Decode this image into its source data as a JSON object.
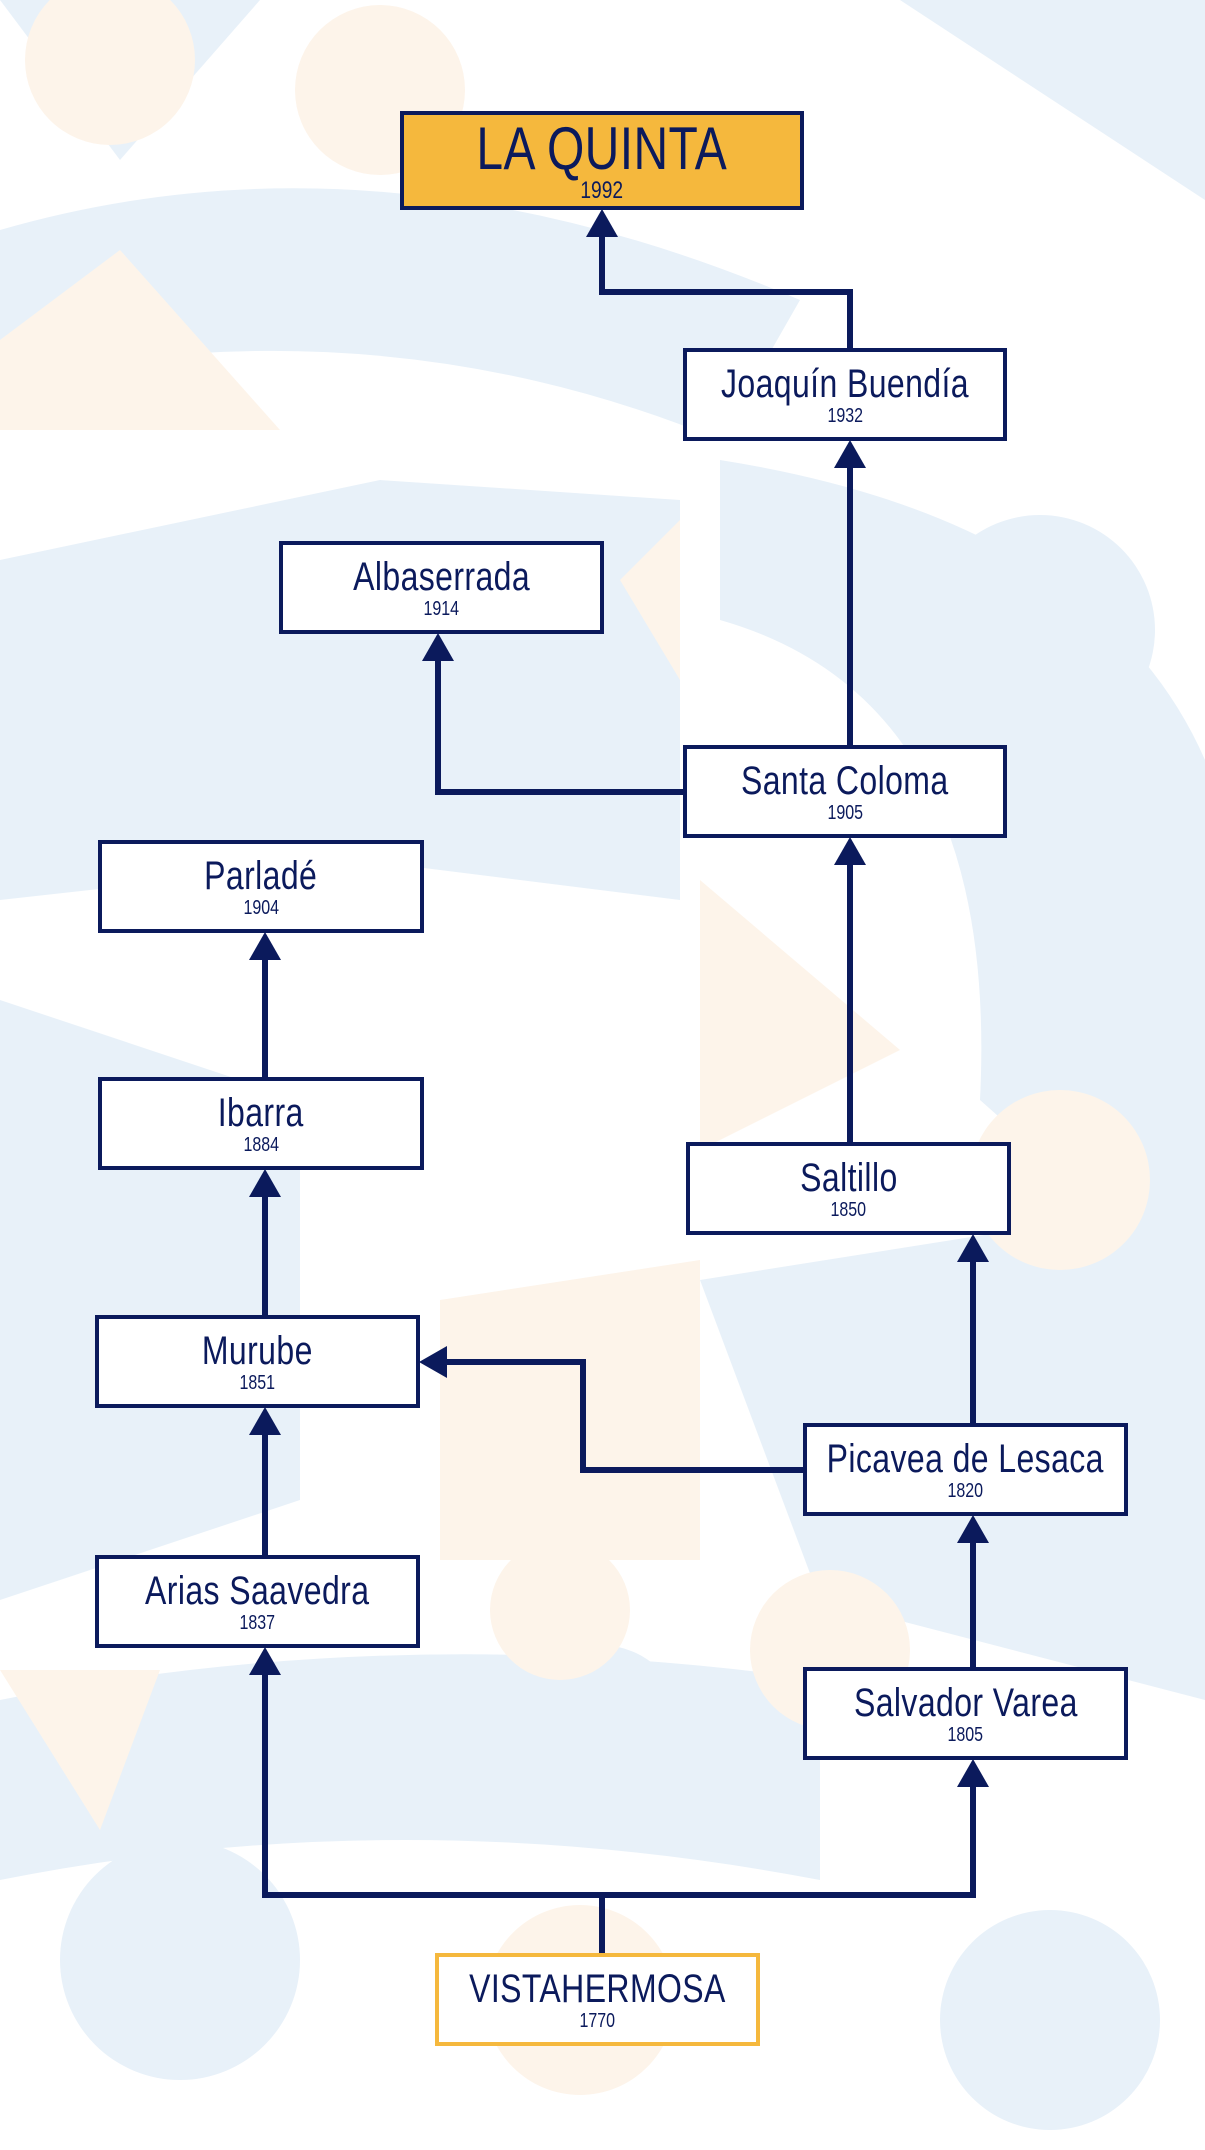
{
  "colors": {
    "line": "#0b1a5c",
    "accent": "#f5b83d",
    "pattern_blue": "#e8f1f9",
    "pattern_peach": "#fdf4ea"
  },
  "nodes": {
    "la_quinta": {
      "name": "LA QUINTA",
      "year": "1992"
    },
    "joaquin_buendia": {
      "name": "Joaquín Buendía",
      "year": "1932"
    },
    "albaserrada": {
      "name": "Albaserrada",
      "year": "1914"
    },
    "santa_coloma": {
      "name": "Santa Coloma",
      "year": "1905"
    },
    "parlade": {
      "name": "Parladé",
      "year": "1904"
    },
    "ibarra": {
      "name": "Ibarra",
      "year": "1884"
    },
    "saltillo": {
      "name": "Saltillo",
      "year": "1850"
    },
    "murube": {
      "name": "Murube",
      "year": "1851"
    },
    "picavea_de_lesaca": {
      "name": "Picavea de Lesaca",
      "year": "1820"
    },
    "arias_saavedra": {
      "name": "Arias Saavedra",
      "year": "1837"
    },
    "salvador_varea": {
      "name": "Salvador Varea",
      "year": "1805"
    },
    "vistahermosa": {
      "name": "VISTAHERMOSA",
      "year": "1770"
    }
  }
}
